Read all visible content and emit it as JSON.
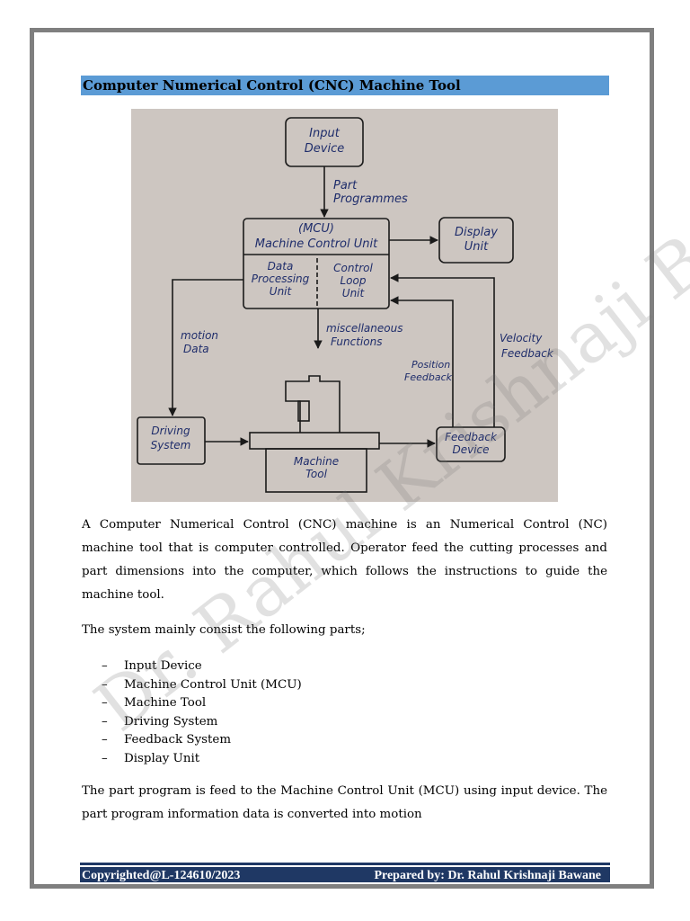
{
  "heading": "Computer Numerical Control (CNC) Machine Tool",
  "diagram": {
    "input_device": [
      "Input",
      "Device"
    ],
    "part_programmes": [
      "Part",
      "Programmes"
    ],
    "mcu_title": [
      "(MCU)",
      "Machine Control Unit"
    ],
    "data_processing": [
      "Data",
      "Processing",
      "Unit"
    ],
    "control_loop": [
      "Control",
      "Loop",
      "Unit"
    ],
    "display_unit": [
      "Display",
      "Unit"
    ],
    "motion_data": [
      "motion",
      "Data"
    ],
    "misc_functions": [
      "miscellaneous",
      "Functions"
    ],
    "position_feedback": [
      "Position",
      "Feedback"
    ],
    "velocity_feedback": [
      "Velocity",
      "Feedback"
    ],
    "driving_system": [
      "Driving",
      "System"
    ],
    "machine_tool": [
      "Machine",
      "Tool"
    ],
    "feedback_device": [
      "Feedback",
      "Device"
    ]
  },
  "paragraph1": "A Computer Numerical Control (CNC) machine is an Numerical Control (NC) machine tool that is computer controlled. Operator feed the cutting processes and part dimensions into the computer, which follows the instructions to guide the machine tool.",
  "paragraph2": "The system mainly consist the following parts;",
  "parts": [
    "Input Device",
    "Machine Control Unit (MCU)",
    "Machine Tool",
    "Driving System",
    "Feedback System",
    "Display Unit"
  ],
  "dash": "–",
  "paragraph3": "The part program is feed to the Machine Control Unit (MCU) using input device. The part program information data is converted into motion",
  "watermark": "Dr. Rahul Krishnaji Bawane",
  "footer": {
    "left": "Copyrighted@L-124610/2023",
    "right": "Prepared by: Dr. Rahul Krishnaji Bawane"
  }
}
